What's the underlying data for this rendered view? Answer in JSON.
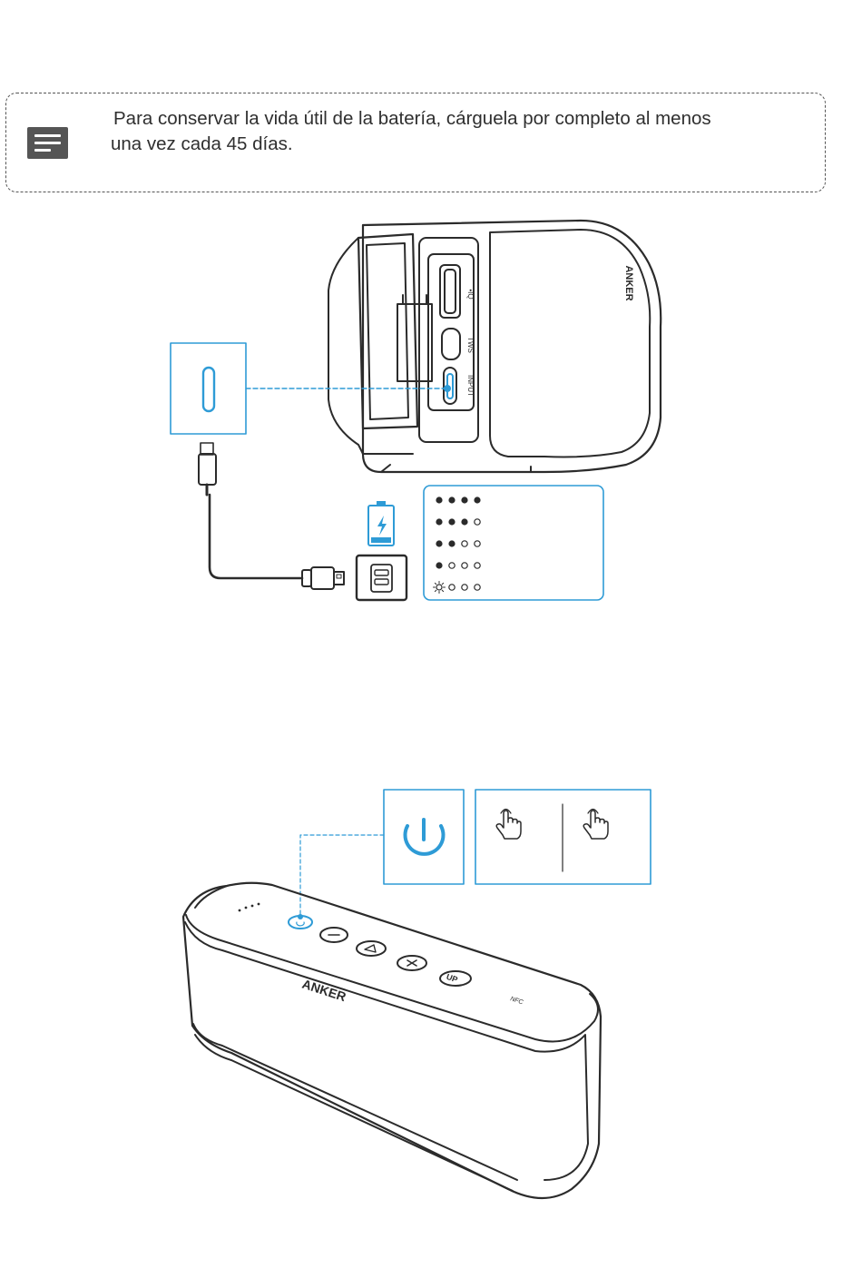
{
  "note": {
    "icon": "note-icon",
    "line1": "Para conservar la vida útil de la batería, cárguela por completo al menos",
    "line2": "una vez cada 45 días."
  },
  "speaker_side": {
    "brand": "ANKER",
    "port_labels": {
      "aux": "•IQ",
      "tws": "TWS",
      "input": "INPUT"
    }
  },
  "battery_indicator": {
    "icon": "battery-charging-icon",
    "levels": [
      [
        "filled",
        "filled",
        "filled",
        "filled"
      ],
      [
        "filled",
        "filled",
        "filled",
        "empty"
      ],
      [
        "filled",
        "filled",
        "empty",
        "empty"
      ],
      [
        "filled",
        "empty",
        "empty",
        "empty"
      ],
      [
        "blinking",
        "empty",
        "empty",
        "empty"
      ]
    ]
  },
  "speaker_top": {
    "brand": "ANKER",
    "nfc_label": "NFC",
    "power_icon": "power-icon",
    "gesture_icons": [
      "hand-press-icon",
      "hand-press-icon"
    ]
  },
  "colors": {
    "accent": "#2e9bd6",
    "ink": "#2b2b2b",
    "note_bg": "#555555"
  }
}
